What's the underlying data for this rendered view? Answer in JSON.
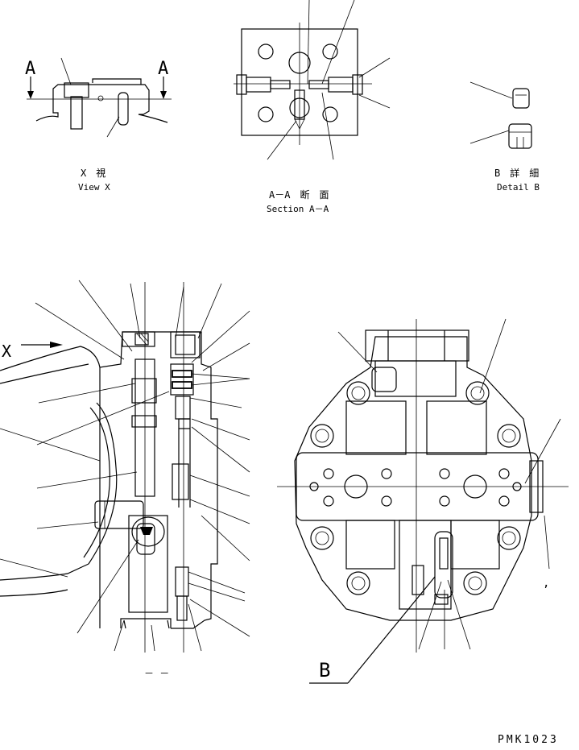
{
  "view_x": {
    "marker_left": "A",
    "marker_right": "A",
    "caption_jp": "X　視",
    "caption_en": "View X"
  },
  "section_aa": {
    "caption_jp": "A－A　断　面",
    "caption_en": "Section A－A"
  },
  "detail_b": {
    "caption_jp": "B　詳　細",
    "caption_en": "Detail B"
  },
  "main_view": {
    "arrow_label": "X",
    "bottom_mark": "－ －"
  },
  "right_view": {
    "callout_b": "B",
    "comma_mark": ","
  },
  "drawing_id": "PMK1023"
}
